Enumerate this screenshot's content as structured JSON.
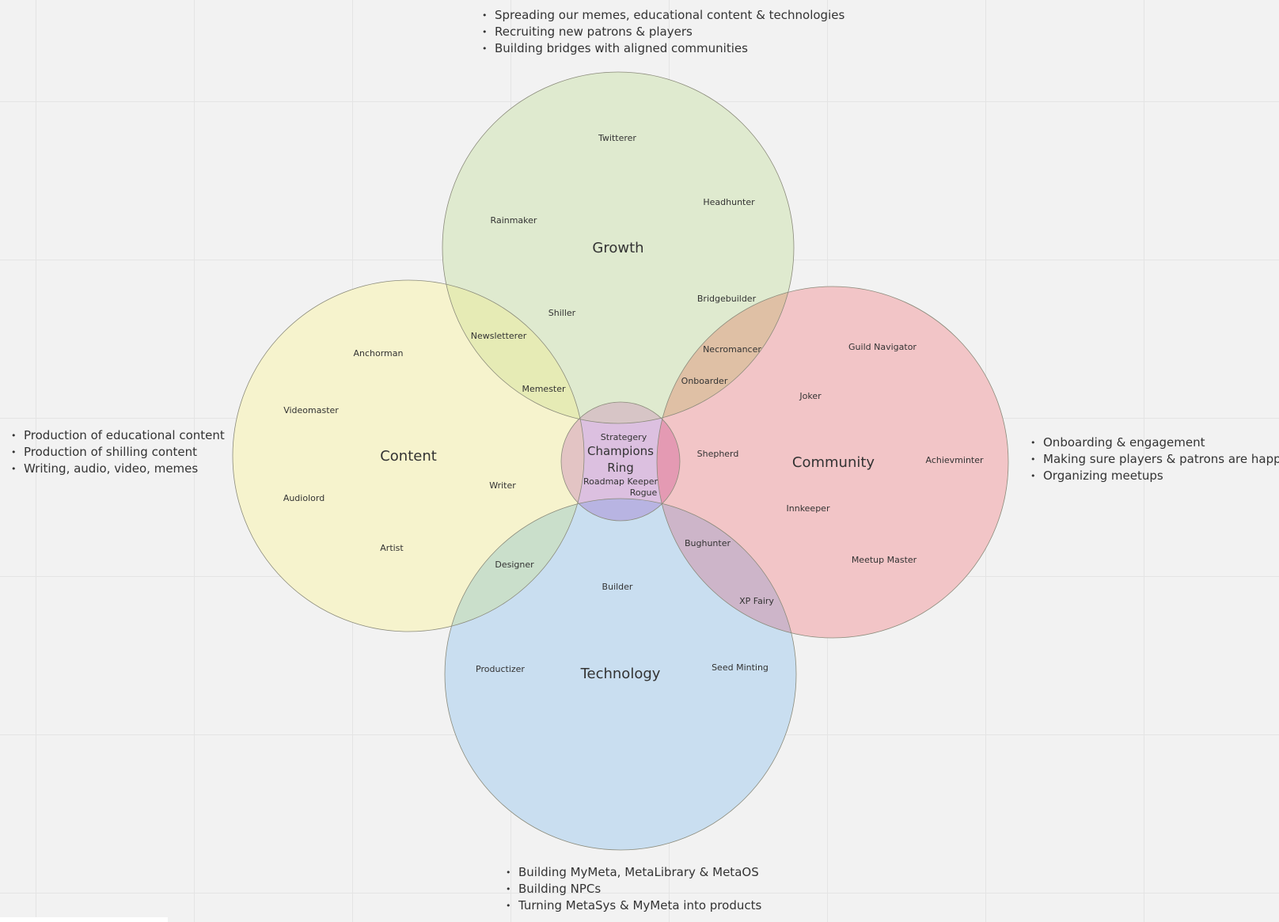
{
  "colors": {
    "growth": "#dfeacf",
    "content": "#f6f3cd",
    "community": "#f2c5c7",
    "technology": "#c9def0",
    "champions": "#dcc0e0",
    "content_growth": "#e6ebb5",
    "growth_community": "#dfc0a5",
    "content_technology": "#cadfcb",
    "community_technology": "#cdb5c9",
    "content_champions": "#e3c4c4",
    "community_champions": "#e49ab3",
    "technology_champions": "#b8b4e2",
    "growth_champions": "#d7c5c6",
    "stroke": "#8a8a7a",
    "text": "#333333"
  },
  "circles": {
    "growth": {
      "title": "Growth",
      "roles": [
        "Twitterer",
        "Headhunter",
        "Rainmaker",
        "Bridgebuilder",
        "Shiller"
      ]
    },
    "content": {
      "title": "Content",
      "roles": [
        "Anchorman",
        "Videomaster",
        "Writer",
        "Audiolord",
        "Artist"
      ]
    },
    "community": {
      "title": "Community",
      "roles": [
        "Guild Navigator",
        "Joker",
        "Shepherd",
        "Achievminter",
        "Innkeeper",
        "Meetup Master"
      ]
    },
    "technology": {
      "title": "Technology",
      "roles": [
        "Builder",
        "Productizer",
        "Seed Minting"
      ]
    },
    "champions": {
      "title_line1": "Champions",
      "title_line2": "Ring",
      "roles": [
        "Strategery",
        "Roadmap Keeper",
        "Rogue"
      ]
    }
  },
  "overlaps": {
    "content_growth": [
      "Newsletterer",
      "Memester"
    ],
    "growth_community": [
      "Necromancer",
      "Onboarder"
    ],
    "content_technology": [
      "Designer"
    ],
    "community_technology": [
      "Bughunter",
      "XP Fairy"
    ]
  },
  "notes": {
    "growth": [
      "Spreading our memes, educational content & technologies",
      "Recruiting new patrons & players",
      "Building bridges with aligned communities"
    ],
    "content": [
      "Production of educational content",
      "Production of shilling content",
      "Writing, audio, video, memes"
    ],
    "community": [
      "Onboarding & engagement",
      "Making sure players & patrons are happy",
      "Organizing meetups"
    ],
    "technology": [
      "Building MyMeta, MetaLibrary & MetaOS",
      "Building NPCs",
      "Turning MetaSys & MyMeta into products"
    ]
  }
}
